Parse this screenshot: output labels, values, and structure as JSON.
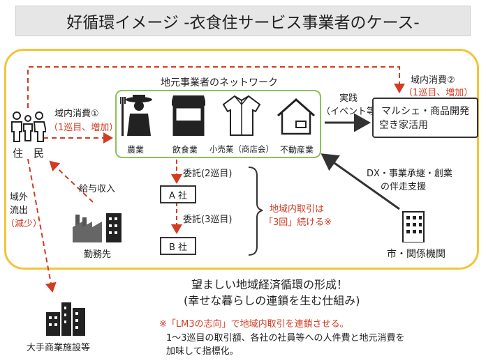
{
  "title": "好循環イメージ -衣食住サービス事業者のケース-",
  "network": {
    "label": "地元事業者のネットワーク",
    "members": [
      "農業",
      "飲食業",
      "小売業（商店会）",
      "不動産業"
    ]
  },
  "residents": {
    "label": "住　民"
  },
  "local_consumption_1": {
    "label": "域内消費①",
    "note": "（1巡目、増加）"
  },
  "local_consumption_2": {
    "label": "域内消費②",
    "note": "（1巡目、増加）"
  },
  "outflow": {
    "label_line1": "域外",
    "label_line2": "流出",
    "note": "（減少）"
  },
  "wage_income": "給与収入",
  "workplace": "勤務先",
  "practice": {
    "line1": "実践",
    "line2": "（イベント等）"
  },
  "marche": {
    "line1": "マルシェ・商品開発",
    "line2": "空き家活用"
  },
  "dx_support": {
    "line1": "DX・事業承継・創業",
    "line2": "の伴走支援"
  },
  "city": "市・関係機関",
  "consign_2": "委託(2巡目)",
  "consign_3": "委託(3巡目)",
  "company_a": "A 社",
  "company_b": "B 社",
  "regional_transaction": {
    "line1": "地域内取引は",
    "line2": "「3回」続ける※"
  },
  "large_facility": "大手商業施設等",
  "conclusion": {
    "line1": "望ましい地域経済循環の形成！",
    "line2": "(幸せな暮らしの連鎖を生む仕組み)"
  },
  "footnote": {
    "line1": "※「LM3の志向」で地域内取引を連鎖させる。",
    "line2": "1～3巡目の取引額、各社の社員等への人件費と地元消費を",
    "line3": "加味して指標化。"
  },
  "colors": {
    "frame": "#f3c43a",
    "network_border": "#8cc15a",
    "accent_red": "#d33b22"
  }
}
